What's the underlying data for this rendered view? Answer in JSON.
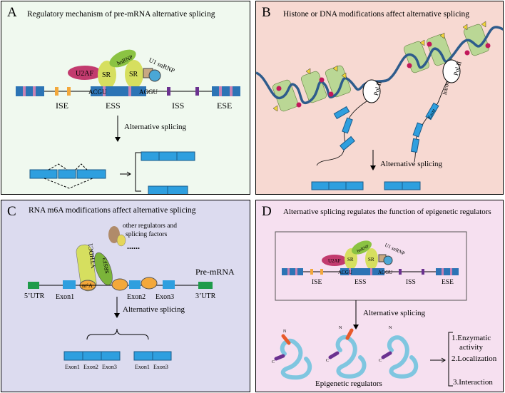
{
  "panelA": {
    "letter": "A",
    "title": "Regulatory mechanism of pre-mRNA alternative splicing",
    "factors": {
      "u2af": "U2AF",
      "sr": "SR",
      "hnrnp": "hnRNP",
      "u1snrnp": "U1 snRNP",
      "acgu": "ACGU",
      "aggu": "AGGU"
    },
    "elements": [
      "ISE",
      "ESS",
      "ISS",
      "ESE"
    ],
    "arrow_label": "Alternative splicing"
  },
  "panelB": {
    "letter": "B",
    "title": "Histone or DNA modifications affect alternative splicing",
    "pol": "Pol II",
    "intron": "Intron",
    "exon": "Exon",
    "arrow_label": "Alternative splicing"
  },
  "panelC": {
    "letter": "C",
    "title": "RNA m6A modifications affect alternative splicing",
    "regulators_note": "other regulators and splicing factors",
    "dots": "......",
    "ythdc1": "YTHDC1",
    "srsf": "SRSF3",
    "m6a": "m⁶A",
    "pre_mrna": "Pre-mRNA",
    "utr5": "5’UTR",
    "utr3": "3’UTR",
    "exon1": "Exon1",
    "exon2": "Exon2",
    "exon3": "Exon3",
    "arrow_label": "Alternative splicing",
    "iso1": [
      "Exon1",
      "Exon2",
      "Exon3"
    ],
    "iso2": [
      "Exon1",
      "Exon3"
    ]
  },
  "panelD": {
    "letter": "D",
    "title": "Alternative splicing regulates the function of epigenetic regulators",
    "factors": {
      "u2af": "U2AF",
      "sr": "SR",
      "hnrnp": "hnRNP",
      "u1snrnp": "U1 snRNP",
      "acgu": "ACGU",
      "aggu": "AGGU"
    },
    "elements": [
      "ISE",
      "ESS",
      "ISS",
      "ESE"
    ],
    "arrow_label": "Alternative splicing",
    "n": "N",
    "c": "C",
    "caption": "Epigenetic regulators",
    "functions": [
      "1.Enzymatic",
      "activity",
      "2.Localization",
      "3.Interaction"
    ]
  },
  "colors": {
    "exon_blue": "#2c74b5",
    "light_blue": "#2e9fdf",
    "pink_stripe": "#c882b3",
    "orange": "#f3a83b",
    "purple": "#6b3190",
    "u2af": "#c23b6e",
    "sr": "#d6df5f",
    "hnrnp": "#8bc343",
    "nucleosome": "#bad795",
    "dna": "#2e5c8c"
  }
}
